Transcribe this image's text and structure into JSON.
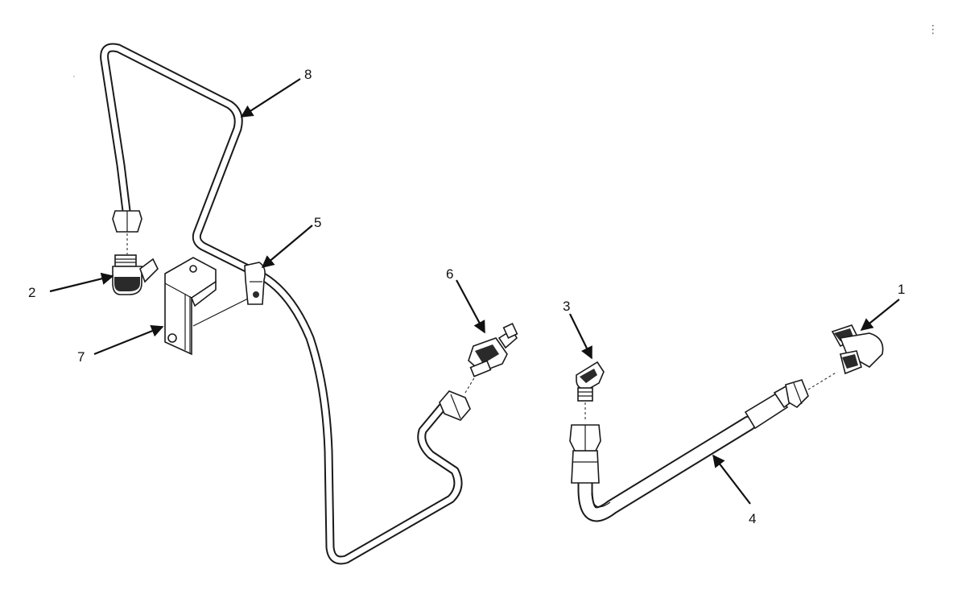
{
  "callouts": {
    "c1": "1",
    "c2": "2",
    "c3": "3",
    "c4": "4",
    "c5": "5",
    "c6": "6",
    "c7": "7",
    "c8": "8"
  },
  "toolbar": {
    "menu_glyph": "⋮",
    "menu_icon": "vertical-ellipsis-icon"
  },
  "colors": {
    "line": "#1a1a1a",
    "background": "#ffffff"
  }
}
